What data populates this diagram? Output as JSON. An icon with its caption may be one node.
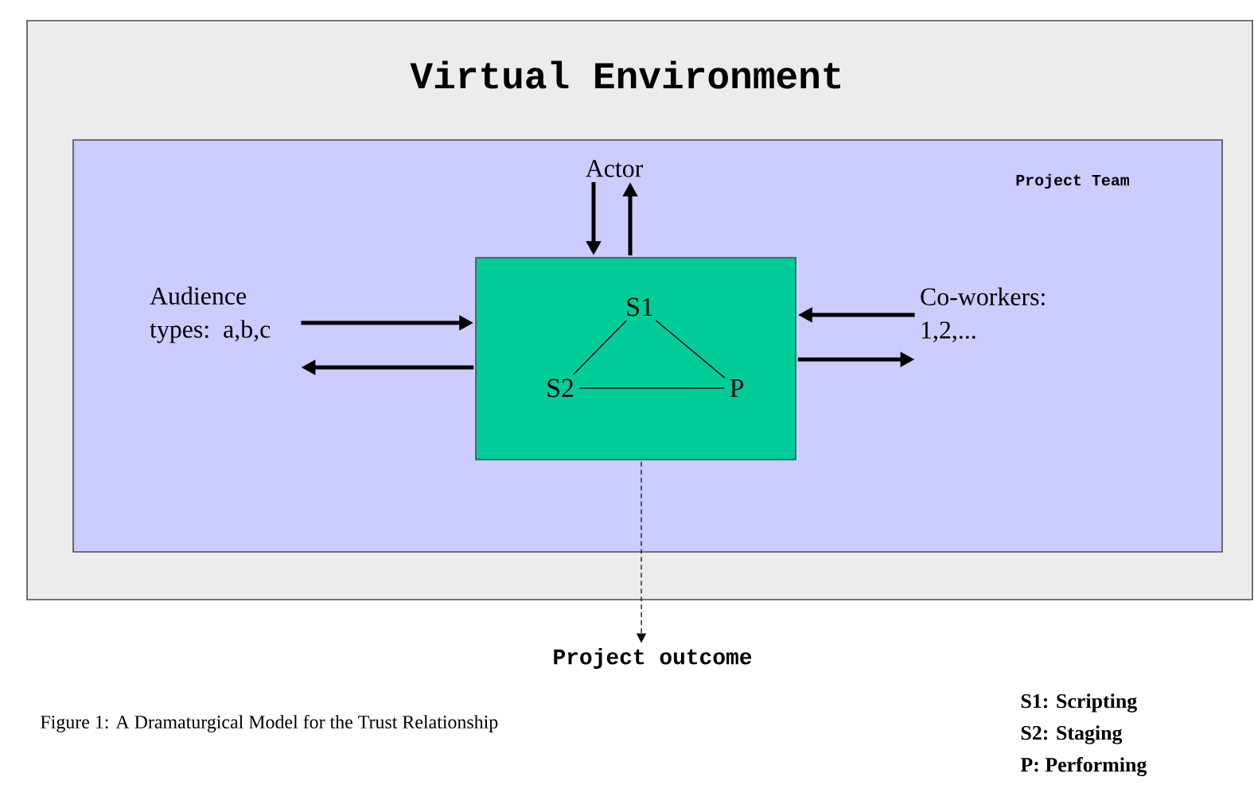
{
  "diagram": {
    "caption": "Figure 1: A Dramaturgical Model for the Trust Relationship",
    "nodes": [
      {
        "text": [
          "Virtual Environment"
        ]
      },
      {
        "text": [
          "Project Team"
        ],
        "in": 0
      },
      {
        "text": [],
        "shape": "box",
        "in": 1
      },
      {
        "text": [
          "S1"
        ],
        "in": 2
      },
      {
        "text": [
          "S2"
        ],
        "in": 2
      },
      {
        "text": [
          "P"
        ],
        "in": 2
      },
      {
        "text": [
          "Actor"
        ],
        "in": 1
      },
      {
        "text": [
          "Audience types: a,b,c"
        ],
        "in": 1
      },
      {
        "text": [
          "Co-workers: 1,2,..."
        ],
        "in": 1
      },
      {
        "text": [
          "Project outcome"
        ]
      }
    ],
    "edges": [
      {
        "from": 3,
        "to": 4,
        "arrow": "none"
      },
      {
        "from": 3,
        "to": 5,
        "arrow": "none"
      },
      {
        "from": 4,
        "to": 5,
        "arrow": "none"
      },
      {
        "from": 6,
        "to": 2,
        "arrow": "to"
      },
      {
        "from": 2,
        "to": 6,
        "arrow": "to"
      },
      {
        "from": 7,
        "to": 2,
        "arrow": "to"
      },
      {
        "from": 2,
        "to": 7,
        "arrow": "to"
      },
      {
        "from": 8,
        "to": 2,
        "arrow": "to"
      },
      {
        "from": 2,
        "to": 8,
        "arrow": "to"
      },
      {
        "from": 2,
        "to": 9,
        "arrow": "to",
        "style": "dashed"
      }
    ],
    "labels": [
      "S1: Scripting",
      "S2: Staging",
      "P: Performing"
    ]
  }
}
